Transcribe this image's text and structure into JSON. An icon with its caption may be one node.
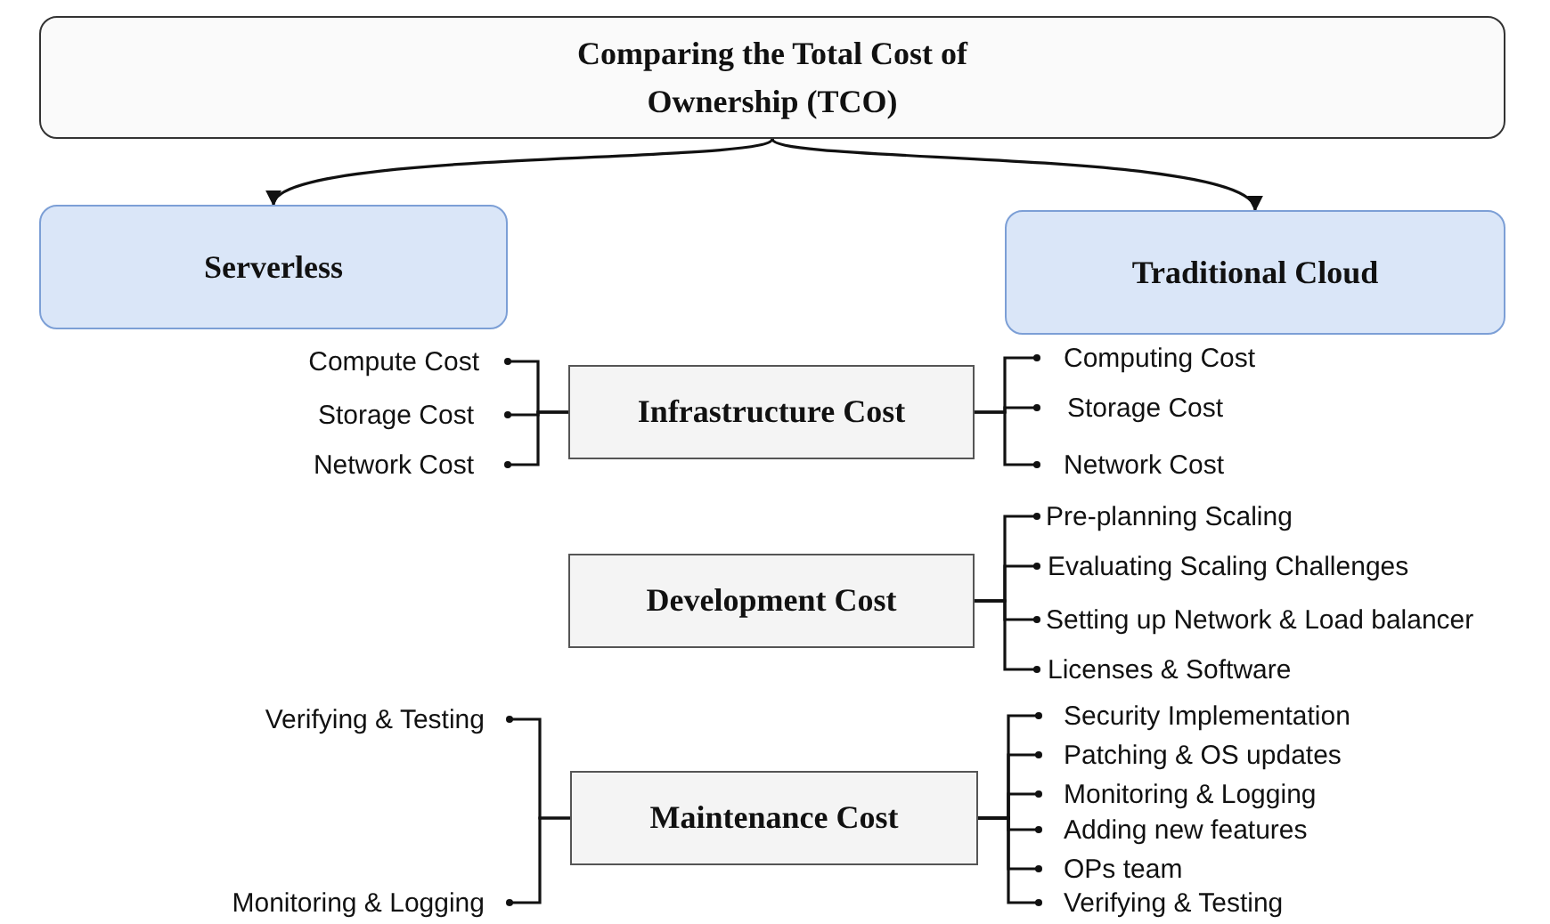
{
  "diagram": {
    "nodes": [
      {
        "text": [
          "Comparing the Total Cost of Ownership (TCO)"
        ]
      },
      {
        "text": [
          "Serverless"
        ]
      },
      {
        "text": [
          "Traditional Cloud"
        ]
      },
      {
        "text": [
          "Infrastructure Cost"
        ]
      },
      {
        "text": [
          "Compute Cost"
        ]
      },
      {
        "text": [
          "Storage Cost"
        ]
      },
      {
        "text": [
          "Network Cost"
        ]
      },
      {
        "text": [
          "Computing Cost"
        ]
      },
      {
        "text": [
          "Storage Cost"
        ]
      },
      {
        "text": [
          "Network Cost"
        ]
      },
      {
        "text": [
          "Development Cost"
        ]
      },
      {
        "text": [
          "Pre-planning Scaling"
        ]
      },
      {
        "text": [
          "Evaluating Scaling Challenges"
        ]
      },
      {
        "text": [
          "Setting up Network & Load balancer"
        ]
      },
      {
        "text": [
          "Licenses & Software"
        ]
      },
      {
        "text": [
          "Maintenance Cost"
        ]
      },
      {
        "text": [
          "Verifying & Testing"
        ]
      },
      {
        "text": [
          "Monitoring & Logging"
        ]
      },
      {
        "text": [
          "Security Implementation"
        ]
      },
      {
        "text": [
          "Patching & OS updates"
        ]
      },
      {
        "text": [
          "Monitoring & Logging"
        ]
      },
      {
        "text": [
          "Adding new features"
        ]
      },
      {
        "text": [
          "OPs team"
        ]
      },
      {
        "text": [
          "Verifying & Testing"
        ]
      }
    ],
    "edges": [
      {
        "from": 0,
        "to": 1,
        "arrow": "to"
      },
      {
        "from": 0,
        "to": 2,
        "arrow": "to"
      },
      {
        "from": 3,
        "to": 4,
        "arrow": "other"
      },
      {
        "from": 3,
        "to": 5,
        "arrow": "other"
      },
      {
        "from": 3,
        "to": 6,
        "arrow": "other"
      },
      {
        "from": 3,
        "to": 7,
        "arrow": "other"
      },
      {
        "from": 3,
        "to": 8,
        "arrow": "other"
      },
      {
        "from": 3,
        "to": 9,
        "arrow": "other"
      },
      {
        "from": 10,
        "to": 11,
        "arrow": "other"
      },
      {
        "from": 10,
        "to": 12,
        "arrow": "other"
      },
      {
        "from": 10,
        "to": 13,
        "arrow": "other"
      },
      {
        "from": 10,
        "to": 14,
        "arrow": "other"
      },
      {
        "from": 15,
        "to": 16,
        "arrow": "other"
      },
      {
        "from": 15,
        "to": 17,
        "arrow": "other"
      },
      {
        "from": 15,
        "to": 18,
        "arrow": "other"
      },
      {
        "from": 15,
        "to": 19,
        "arrow": "other"
      },
      {
        "from": 15,
        "to": 20,
        "arrow": "other"
      },
      {
        "from": 15,
        "to": 21,
        "arrow": "other"
      },
      {
        "from": 15,
        "to": 22,
        "arrow": "other"
      },
      {
        "from": 15,
        "to": 23,
        "arrow": "other"
      }
    ]
  }
}
